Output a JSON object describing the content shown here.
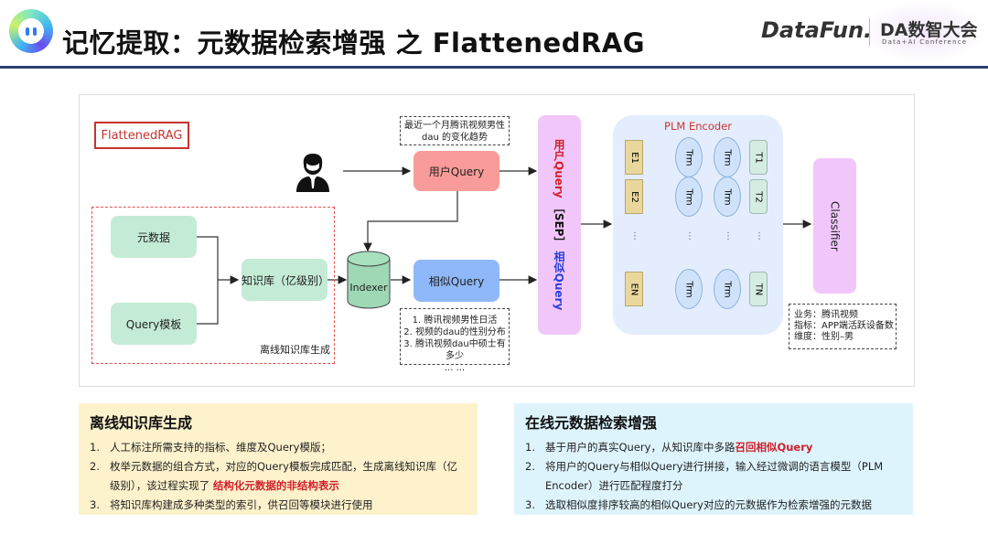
{
  "header": {
    "title": "记忆提取：元数据检索增强 之 FlattenedRAG",
    "brand_logo": "DataFun.",
    "conf_logo": "DA数智大会",
    "conf_sub": "Data+AI Conference",
    "accent_color": "#2b4270"
  },
  "diagram": {
    "tag": "FlattenedRAG",
    "user_query_example": "最近一个月腾讯视频男性dau 的变化趋势",
    "user_query": "用户Query",
    "metadata": "元数据",
    "query_template": "Query模板",
    "knowledge_base": "知识库（亿级别）",
    "offline_label": "离线知识库生成",
    "indexer": "Indexer",
    "similar_query": "相似Query",
    "similar_examples": [
      "1. 腾讯视频男性日活",
      "2. 视频的dau的性别分布",
      "3. 腾讯视频dau中硕士有多少",
      "... ..."
    ],
    "concat_part1": "用户Query",
    "concat_sep": "［SEP］",
    "concat_part2": "相似Query",
    "plm_title": "PLM Encoder",
    "inputs": [
      "E1",
      "E2",
      "EN"
    ],
    "trm_label": "Trm",
    "outputs": [
      "T1",
      "T2",
      "TN"
    ],
    "ellipsis": "⋮",
    "classifier": "Classifier",
    "result": [
      "业务：腾讯视频",
      "指标：APP端活跃设备数",
      "维度：性别–男"
    ],
    "user_icon": "user-icon"
  },
  "panels": {
    "left": {
      "title": "离线知识库生成",
      "items": [
        {
          "n": "1.",
          "text": "人工标注所需支持的指标、维度及Query模版；",
          "hl": ""
        },
        {
          "n": "2.",
          "text": "枚举元数据的组合方式，对应的Query模板完成匹配，生成离线知识库（亿级别），该过程实现了 ",
          "hl": "结构化元数据的非结构表示"
        },
        {
          "n": "3.",
          "text": "将知识库构建成多种类型的索引，供召回等模块进行使用",
          "hl": ""
        }
      ],
      "bg": "#fdf2cc"
    },
    "right": {
      "title": "在线元数据检索增强",
      "items": [
        {
          "n": "1.",
          "text": "基于用户的真实Query，从知识库中多路",
          "hl": "召回相似Query"
        },
        {
          "n": "2.",
          "text": "将用户的Query与相似Query进行拼接，输入经过微调的语言模型（PLM Encoder）进行匹配程度打分",
          "hl": ""
        },
        {
          "n": "3.",
          "text": "选取相似度排序较高的相似Query对应的元数据作为检索增强的元数据",
          "hl": ""
        }
      ],
      "bg": "#def4fd"
    }
  }
}
